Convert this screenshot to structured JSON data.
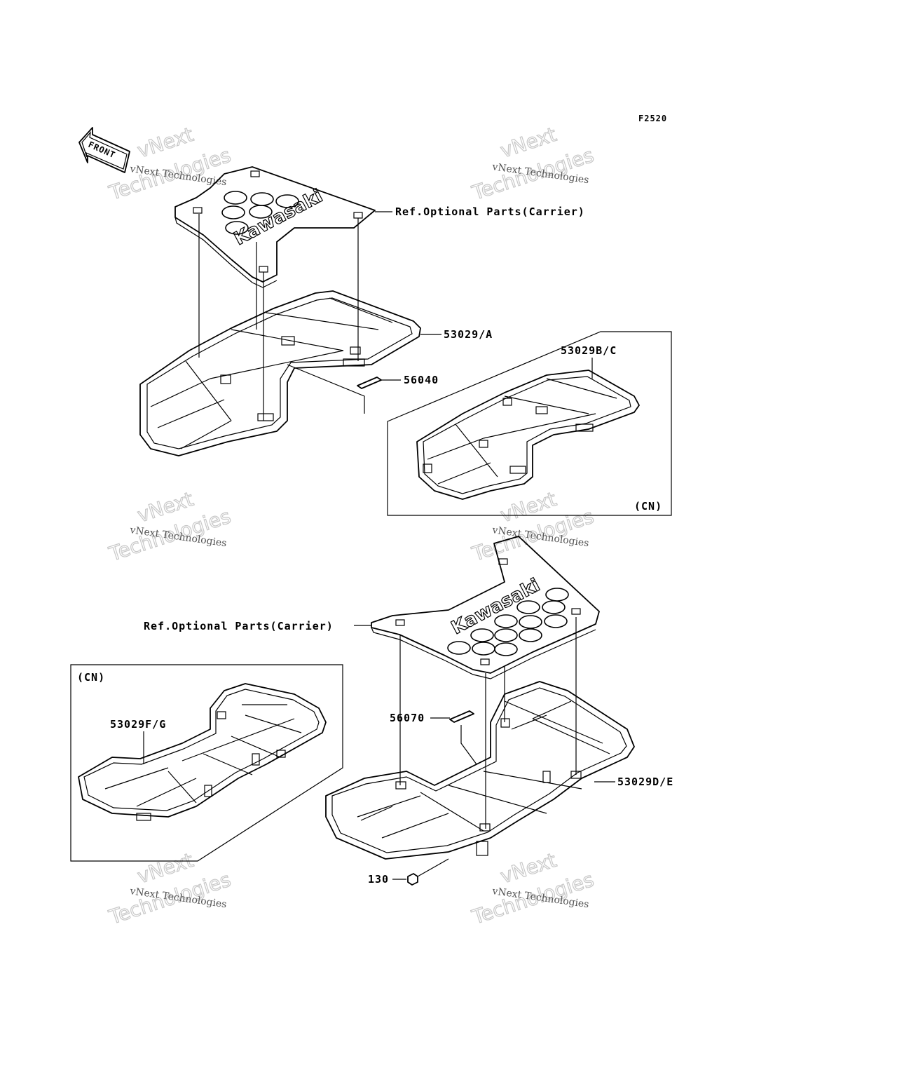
{
  "figure_code": "F2520",
  "front_arrow": {
    "text": "FRONT"
  },
  "watermark": {
    "line1": "vNext Technologies",
    "line2": "vNext",
    "line3": "Technologies"
  },
  "brand_logo": "Kawasaki",
  "labels": {
    "ref_top": "Ref.Optional Parts(Carrier)",
    "part_53029_a": "53029/A",
    "part_56040": "56040",
    "part_53029_bc": "53029B/C",
    "cn_top": "(CN)",
    "ref_bottom": "Ref.Optional Parts(Carrier)",
    "cn_bottom": "(CN)",
    "part_53029_fg": "53029F/G",
    "part_56070": "56070",
    "part_53029_de": "53029D/E",
    "part_130": "130"
  }
}
